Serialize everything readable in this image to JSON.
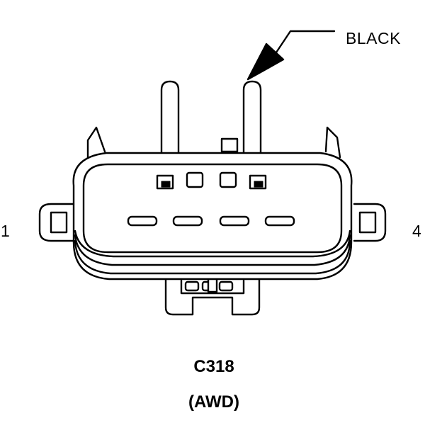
{
  "diagram": {
    "color_label": "BLACK",
    "pin_left": "1",
    "pin_right": "4",
    "connector_id": "C318",
    "connector_note": "(AWD)",
    "colors": {
      "line": "#000000",
      "background": "#ffffff"
    }
  }
}
